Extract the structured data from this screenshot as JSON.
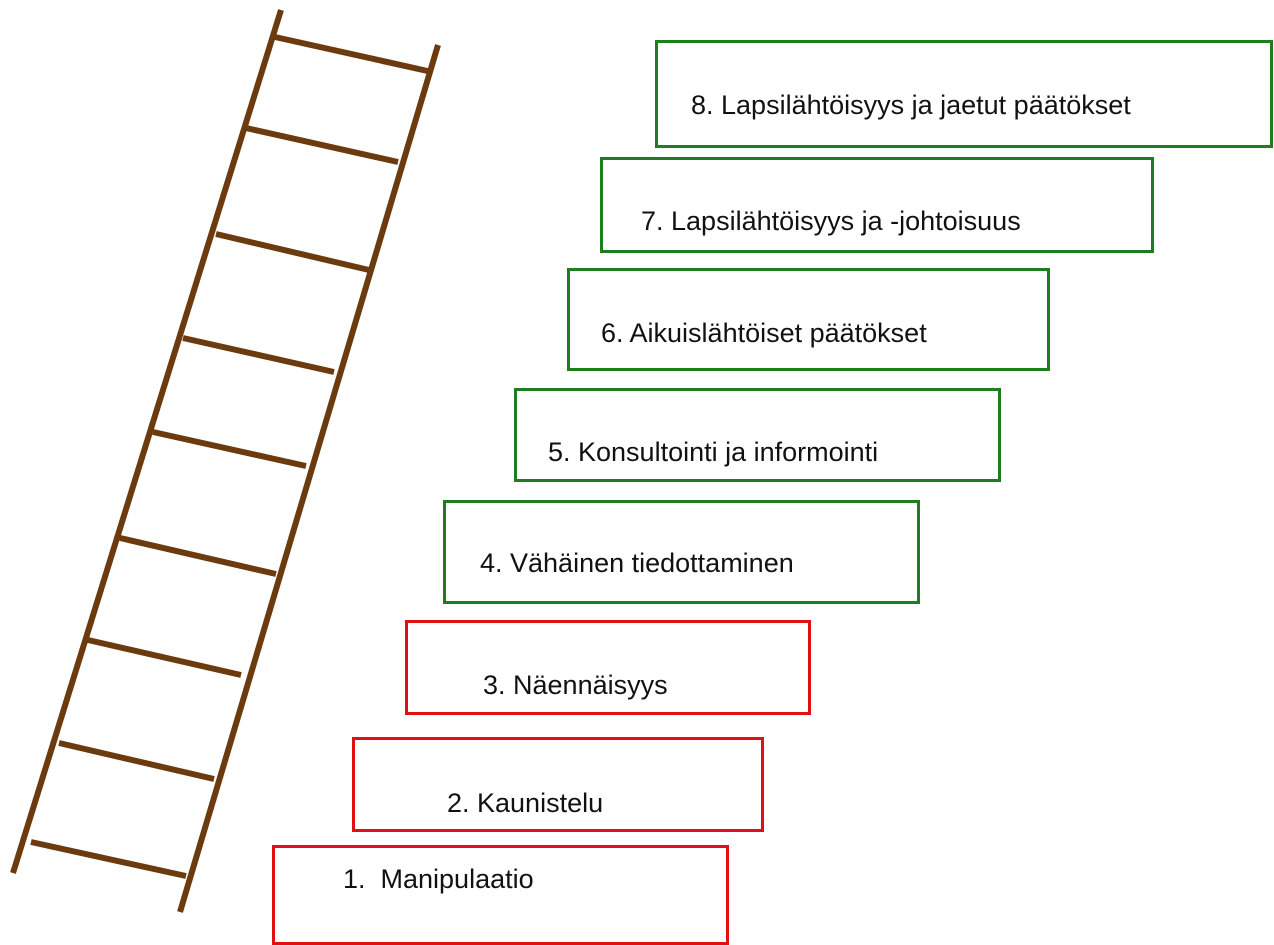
{
  "colors": {
    "ladder": "#6b3a0f",
    "participation": "#1e7d1e",
    "non_participation": "#e01010"
  },
  "ladder": {
    "icon": "ladder-icon",
    "rung_count": 9
  },
  "steps": [
    {
      "label": "1.  Manipulaatio",
      "category": "non_participation"
    },
    {
      "label": "2. Kaunistelu",
      "category": "non_participation"
    },
    {
      "label": "3. Näennäisyys",
      "category": "non_participation"
    },
    {
      "label": "4. Vähäinen tiedottaminen",
      "category": "participation"
    },
    {
      "label": "5. Konsultointi ja informointi",
      "category": "participation"
    },
    {
      "label": "6. Aikuislähtöiset päätökset",
      "category": "participation"
    },
    {
      "label": "7. Lapsilähtöisyys ja -johtoisuus",
      "category": "participation"
    },
    {
      "label": "8. Lapsilähtöisyys ja jaetut päätökset",
      "category": "participation"
    }
  ]
}
